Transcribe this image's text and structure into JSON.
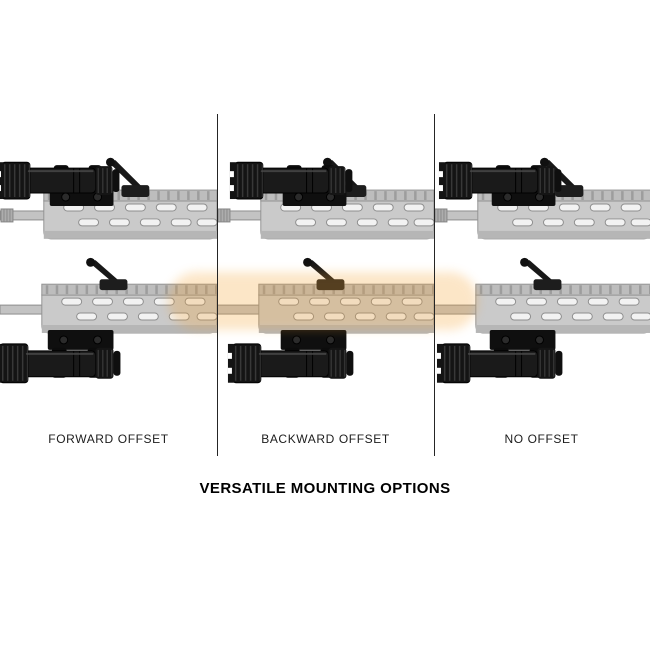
{
  "montage": {
    "title": "VERSATILE MOUNTING OPTIONS",
    "options": [
      {
        "id": "forward-offset",
        "label": "FORWARD OFFSET"
      },
      {
        "id": "backward-offset",
        "label": "BACKWARD OFFSET"
      },
      {
        "id": "no-offset",
        "label": "NO OFFSET"
      }
    ],
    "colors": {
      "background": "#ffffff",
      "divider": "#252525",
      "label_text": "#1c1c1c",
      "title_text": "#000000",
      "rail_gray": "#cacaca",
      "flashlight_black": "#151515",
      "watermark_orange": "#f5a02c"
    }
  }
}
